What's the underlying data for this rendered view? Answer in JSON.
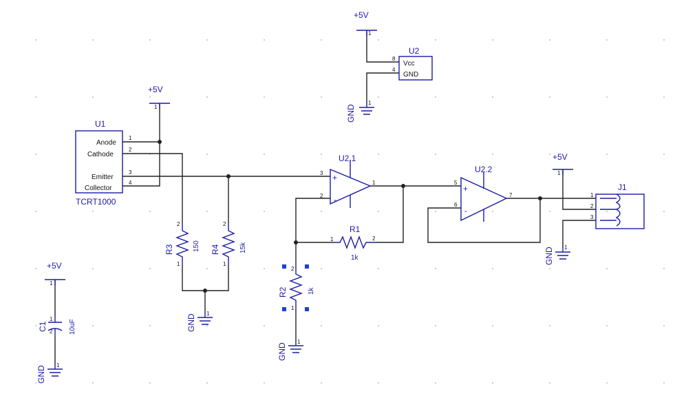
{
  "supply_label": "+5V",
  "ground_label": "GND",
  "components": {
    "u1": {
      "ref": "U1",
      "value": "TCRT1000",
      "pins": [
        "Anode",
        "Cathode",
        "Emitter",
        "Collector"
      ],
      "pin_numbers": [
        "1",
        "2",
        "3",
        "4"
      ]
    },
    "u2": {
      "ref": "U2",
      "pins": [
        "Vcc",
        "GND"
      ],
      "pin_numbers": [
        "8",
        "4"
      ]
    },
    "u2_1": {
      "ref": "U2.1",
      "pin_numbers": [
        "3",
        "2",
        "1"
      ],
      "plus": "+",
      "minus": "-"
    },
    "u2_2": {
      "ref": "U2.2",
      "pin_numbers": [
        "5",
        "6",
        "7"
      ],
      "plus": "+",
      "minus": "-"
    },
    "r1": {
      "ref": "R1",
      "value": "1k",
      "pin_numbers": [
        "1",
        "2"
      ]
    },
    "r2": {
      "ref": "R2",
      "value": "1k",
      "pin_numbers": [
        "2",
        "1"
      ]
    },
    "r3": {
      "ref": "R3",
      "value": "150",
      "pin_numbers": [
        "2",
        "1"
      ]
    },
    "r4": {
      "ref": "R4",
      "value": "15k",
      "pin_numbers": [
        "2",
        "1"
      ]
    },
    "c1": {
      "ref": "C1",
      "value": "10uF",
      "pin_numbers": [
        "1",
        "2"
      ]
    },
    "j1": {
      "ref": "J1",
      "pin_numbers": [
        "1",
        "2",
        "3"
      ]
    }
  },
  "power_pin_number": "1",
  "colors": {
    "component": "#1a1aa6",
    "wire": "#222222",
    "selection": "#2040d0",
    "grid": "#bdbdbd"
  }
}
